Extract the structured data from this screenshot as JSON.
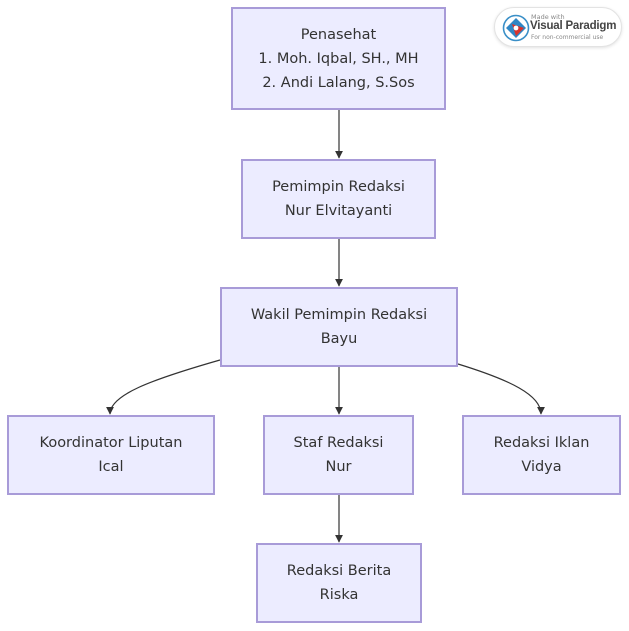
{
  "nodes": {
    "penasehat": {
      "lines": [
        "Penasehat",
        "1. Moh. Iqbal, SH., MH",
        "2. Andi Lalang, S.Sos"
      ]
    },
    "pemimpin_redaksi": {
      "lines": [
        "Pemimpin Redaksi",
        "Nur Elvitayanti"
      ]
    },
    "wakil_pemimpin_redaksi": {
      "lines": [
        "Wakil Pemimpin Redaksi",
        "Bayu"
      ]
    },
    "koordinator_liputan": {
      "lines": [
        "Koordinator Liputan",
        "Ical"
      ]
    },
    "staf_redaksi": {
      "lines": [
        "Staf Redaksi",
        "Nur"
      ]
    },
    "redaksi_iklan": {
      "lines": [
        "Redaksi Iklan",
        "Vidya"
      ]
    },
    "redaksi_berita": {
      "lines": [
        "Redaksi Berita",
        "Riska"
      ]
    }
  },
  "edges": [
    {
      "from": "penasehat",
      "to": "pemimpin_redaksi"
    },
    {
      "from": "pemimpin_redaksi",
      "to": "wakil_pemimpin_redaksi"
    },
    {
      "from": "wakil_pemimpin_redaksi",
      "to": "koordinator_liputan"
    },
    {
      "from": "wakil_pemimpin_redaksi",
      "to": "staf_redaksi"
    },
    {
      "from": "wakil_pemimpin_redaksi",
      "to": "redaksi_iklan"
    },
    {
      "from": "staf_redaksi",
      "to": "redaksi_berita"
    }
  ],
  "badge": {
    "made_with": "Made with",
    "brand": "Visual Paradigm",
    "note": "For non-commercial use"
  },
  "colors": {
    "node_fill": "#ECECFF",
    "node_border": "#a89bd8",
    "edge": "#333333",
    "text": "#333333"
  }
}
